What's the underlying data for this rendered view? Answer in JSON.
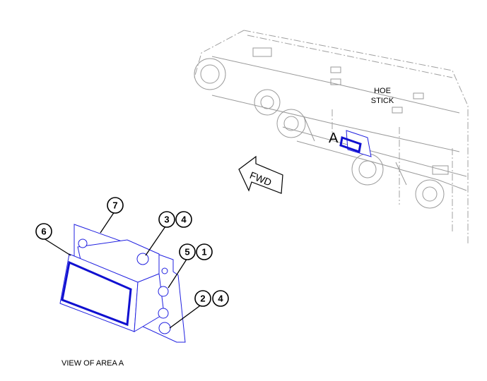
{
  "main_view": {
    "hoe_label_line1": "HOE",
    "hoe_label_line2": "STICK",
    "area_marker": "A",
    "fwd_label": "FWD"
  },
  "detail_view": {
    "caption": "VIEW OF AREA A",
    "callouts": [
      "7",
      "6",
      "3",
      "4",
      "5",
      "1",
      "2",
      "4"
    ]
  },
  "colors": {
    "part_highlight": "#2020e0",
    "context_lines": "#9a9a9a"
  }
}
